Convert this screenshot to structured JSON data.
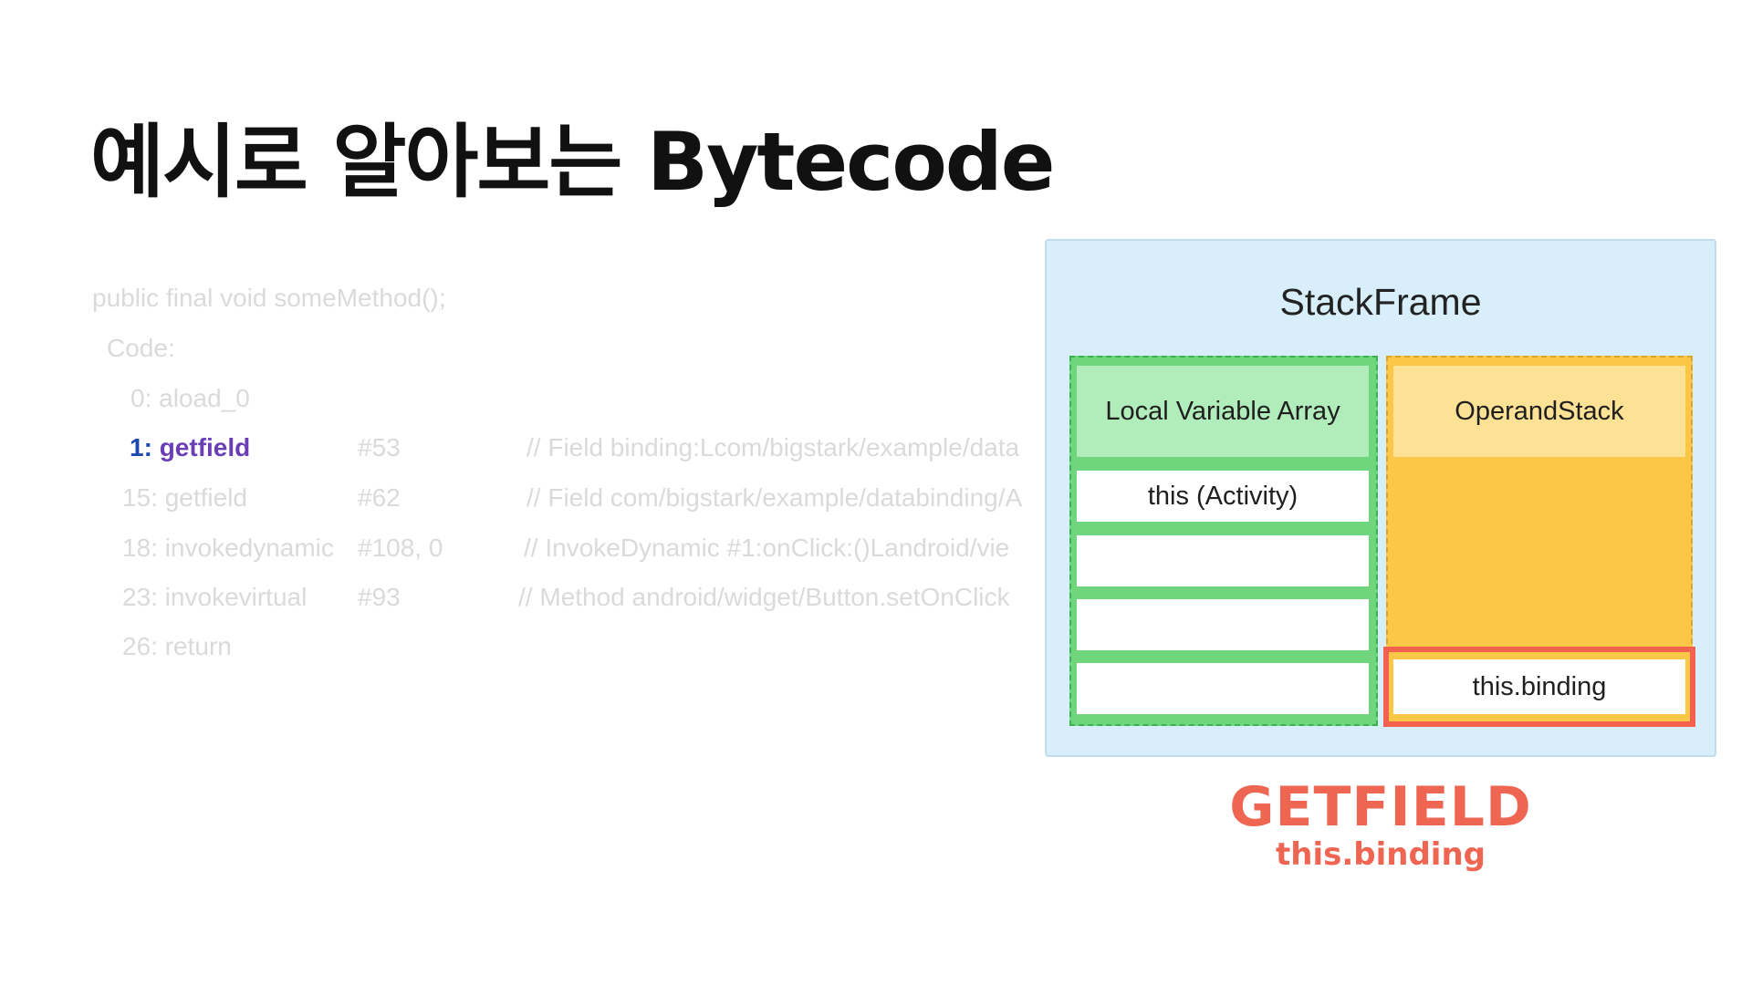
{
  "title": "예시로 알아보는 Bytecode",
  "code": {
    "signature": "public final void someMethod();",
    "code_label": "Code:",
    "lines": [
      {
        "offset": "0: aload_0",
        "operand": "",
        "comment": ""
      },
      {
        "offset_num": "1",
        "offset_sep": ":",
        "opcode": "getfield",
        "operand": "#53",
        "comment": "// Field binding:Lcom/bigstark/example/data"
      },
      {
        "offset": "15: getfield",
        "operand": "#62",
        "comment": "// Field com/bigstark/example/databinding/A"
      },
      {
        "offset": "18: invokedynamic",
        "operand": "#108,  0",
        "comment": "// InvokeDynamic #1:onClick:()Landroid/vie"
      },
      {
        "offset": "23: invokevirtual",
        "operand": "#93",
        "comment": "// Method android/widget/Button.setOnClick"
      },
      {
        "offset": "26: return",
        "operand": "",
        "comment": ""
      }
    ]
  },
  "stack_frame": {
    "title": "StackFrame",
    "local_variable_array": {
      "header": "Local Variable Array",
      "slots": [
        "this (Activity)",
        "",
        "",
        ""
      ]
    },
    "operand_stack": {
      "header": "OperandStack",
      "items": [
        "this.binding"
      ]
    }
  },
  "operation": {
    "name": "GETFIELD",
    "target": "this.binding"
  },
  "colors": {
    "highlight": "#f2624f",
    "lva_border": "#6fd67e",
    "operand_stack": "#fcc746",
    "panel": "#d9eefb",
    "active_opcode": "#6a3fb5",
    "active_offset": "#1c49b0"
  }
}
